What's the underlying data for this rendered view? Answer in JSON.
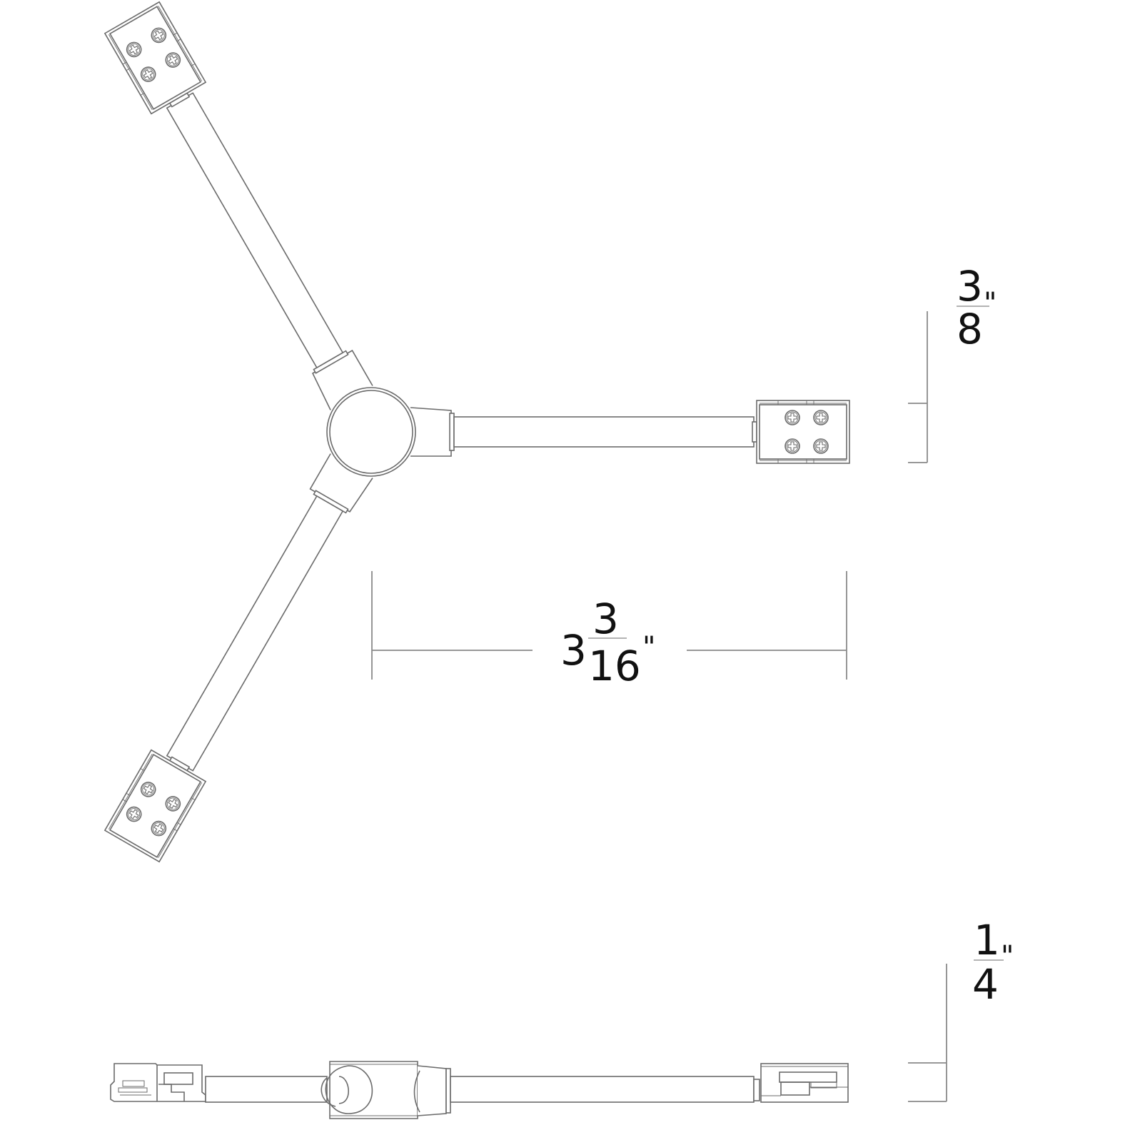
{
  "drawing": {
    "title": "Y-connector product dimension drawing",
    "views": [
      "top-view",
      "side-view"
    ],
    "line_color": "#6b6b6b",
    "dimension_line_color": "#8a8a8a",
    "text_color": "#111111"
  },
  "dimensions": {
    "connector_width": {
      "numerator": "3",
      "denominator": "8",
      "unit": "\"",
      "value_text": "3/8\""
    },
    "arm_length": {
      "whole": "3",
      "numerator": "3",
      "denominator": "16",
      "unit": "\"",
      "value_text": "3 3/16\""
    },
    "height": {
      "numerator": "1",
      "denominator": "4",
      "unit": "\"",
      "value_text": "1/4\""
    }
  },
  "parts": {
    "hub": "round-hub",
    "arms": [
      "upper-left-arm",
      "right-arm",
      "lower-left-arm"
    ],
    "connectors": [
      "upper-left-connector",
      "right-connector",
      "lower-left-connector"
    ],
    "screws_per_connector": 4
  }
}
